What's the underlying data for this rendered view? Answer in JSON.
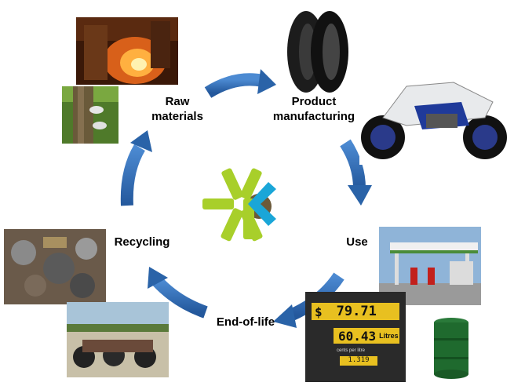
{
  "stages": {
    "raw_materials": "Raw\nmaterials",
    "product_manufacturing": "Product\nmanufacturing",
    "use": "Use",
    "end_of_life": "End-of-life",
    "recycling": "Recycling"
  },
  "pump": {
    "price_symbol": "$",
    "price": "79.71",
    "volume": "60.43",
    "volume_unit": "Litres",
    "cents_label": "cents per litre",
    "unit_price": "1.319"
  },
  "colors": {
    "arrow": "#2f6db5",
    "arrow_dark": "#1f4f8f",
    "logo_green": "#a8cf2a",
    "logo_blue": "#1aa6d8",
    "logo_dark": "#6b5a3a"
  },
  "icons": {
    "center_logo": "asterisk-logo",
    "arrows": "cycle-arrow"
  }
}
